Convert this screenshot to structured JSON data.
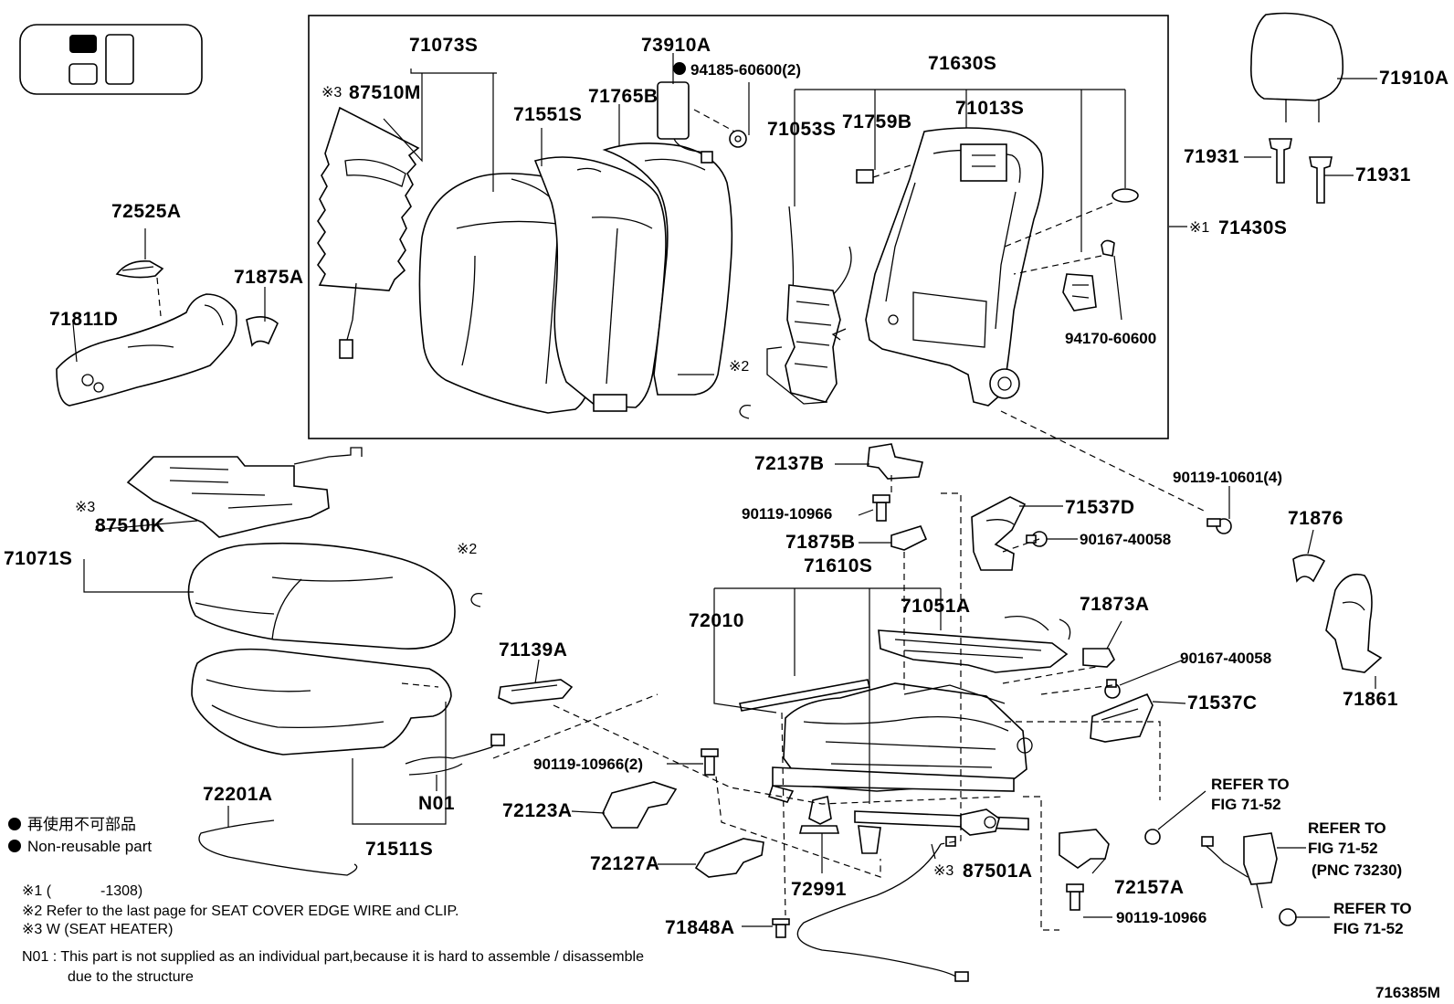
{
  "labels": {
    "p71073S": "71073S",
    "p73910A": "73910A",
    "p94185": "94185-60600(2)",
    "p71630S": "71630S",
    "p87510M": "87510M",
    "p71551S": "71551S",
    "p71765B": "71765B",
    "p71053S": "71053S",
    "p71759B": "71759B",
    "p71013S": "71013S",
    "p71910A": "71910A",
    "p71931a": "71931",
    "p71931b": "71931",
    "p71430S": "71430S",
    "p94170": "94170-60600",
    "p72525A": "72525A",
    "p71875A": "71875A",
    "p71811D": "71811D",
    "p72137B": "72137B",
    "p90119_10601": "90119-10601(4)",
    "p71537D": "71537D",
    "p90119_10966a": "90119-10966",
    "p90167_40058a": "90167-40058",
    "p71875B": "71875B",
    "p87510K": "87510K",
    "p71071S": "71071S",
    "p71610S": "71610S",
    "p71876": "71876",
    "p72010": "72010",
    "p71051A": "71051A",
    "p71873A": "71873A",
    "p71139A": "71139A",
    "p90167_40058b": "90167-40058",
    "p71861": "71861",
    "p71537C": "71537C",
    "p90119_10966_2": "90119-10966(2)",
    "p72201A": "72201A",
    "p72123A": "72123A",
    "pN01": "N01",
    "p71511S": "71511S",
    "p72127A": "72127A",
    "p87501A": "87501A",
    "p72157A": "72157A",
    "p72991": "72991",
    "p71848A": "71848A",
    "p90119_10966b": "90119-10966",
    "refer_to_1": "REFER TO",
    "refer_fig_1": "FIG 71-52",
    "refer_to_2": "REFER TO",
    "refer_fig_2": "FIG 71-52",
    "refer_pnc_2": "(PNC 73230)",
    "refer_to_3": "REFER TO",
    "refer_fig_3": "FIG 71-52",
    "mark1": "※1",
    "mark2a": "※2",
    "mark2b": "※2",
    "mark3a": "※3",
    "mark3b": "※3",
    "mark3c": "※3"
  },
  "legend": {
    "jp": "再使用不可部品",
    "en": "Non-reusable part"
  },
  "notes": {
    "n1a": "※1 (",
    "n1b": "-1308)",
    "n2": "※2 Refer to the last page for SEAT COVER EDGE WIRE and CLIP.",
    "n3": "※3 W (SEAT HEATER)",
    "n01a": "N01 : This part is not supplied as an individual part,because it is hard to assemble / disassemble",
    "n01b": "due to the structure"
  },
  "figure_code": "716385M"
}
